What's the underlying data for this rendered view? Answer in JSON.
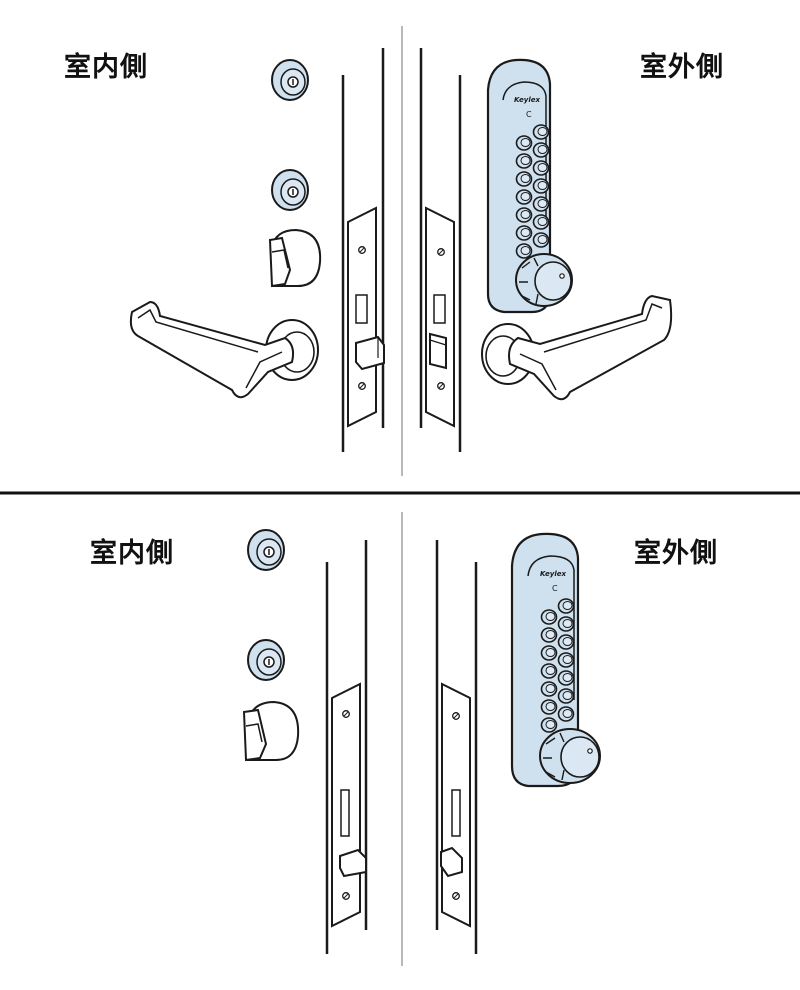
{
  "panels": [
    {
      "inside_label": "室内側",
      "outside_label": "室外側",
      "has_lever_handles": true
    },
    {
      "inside_label": "室内側",
      "outside_label": "室外側",
      "has_lever_handles": false
    }
  ],
  "keypad_brand": "Keylex",
  "keypad_button_count": 14,
  "colors": {
    "line": "#1a1a1a",
    "fill_blue": "#cfe0ee",
    "divider_gray": "#b9b9b9",
    "separator": "#111111"
  }
}
